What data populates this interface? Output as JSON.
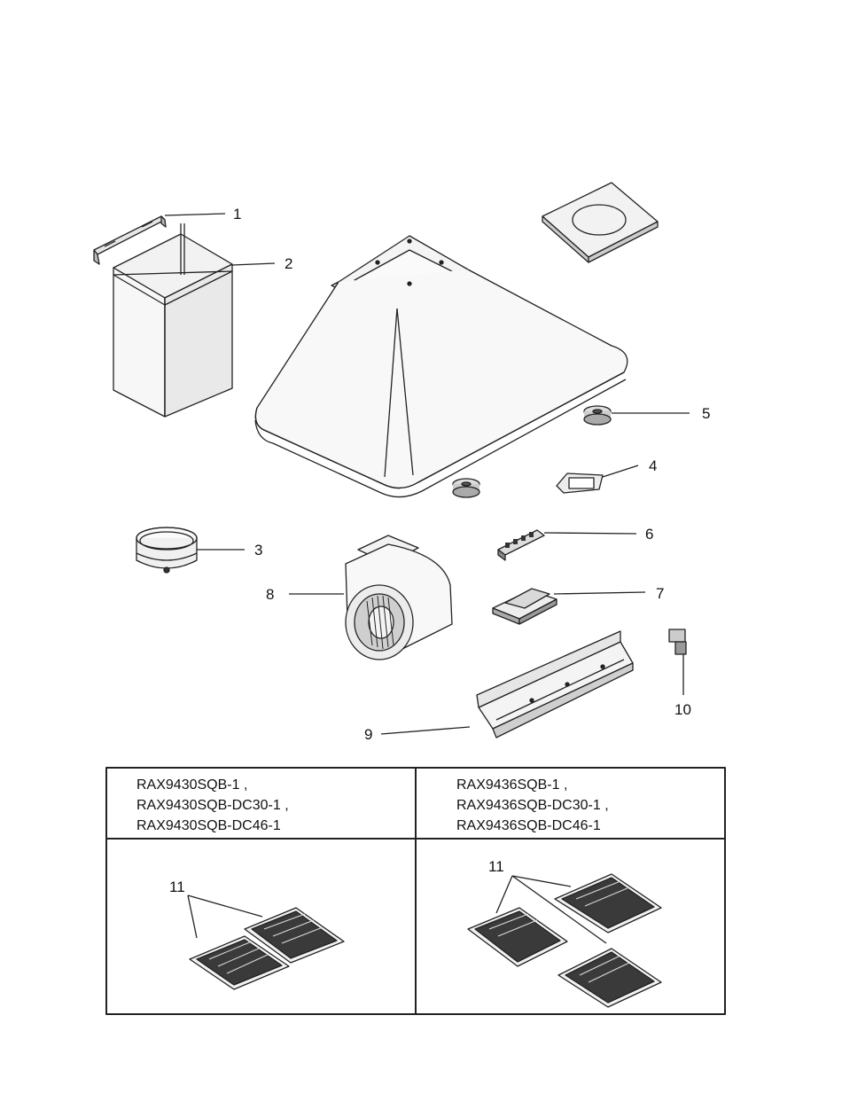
{
  "callouts": {
    "c1": "1",
    "c2": "2",
    "c3": "3",
    "c4": "4",
    "c5": "5",
    "c6": "6",
    "c7": "7",
    "c8": "8",
    "c9": "9",
    "c10": "10",
    "c11_left": "11",
    "c11_right": "11"
  },
  "table": {
    "left_models": [
      "RAX9430SQB-1 ,",
      "RAX9430SQB-DC30-1 ,",
      "RAX9430SQB-DC46-1"
    ],
    "right_models": [
      "RAX9436SQB-1 ,",
      "RAX9436SQB-DC30-1 ,",
      "RAX9436SQB-DC46-1"
    ]
  },
  "colors": {
    "line": "#222222",
    "shade": "#c8c8c8",
    "filter_dark": "#3a3a3a"
  }
}
